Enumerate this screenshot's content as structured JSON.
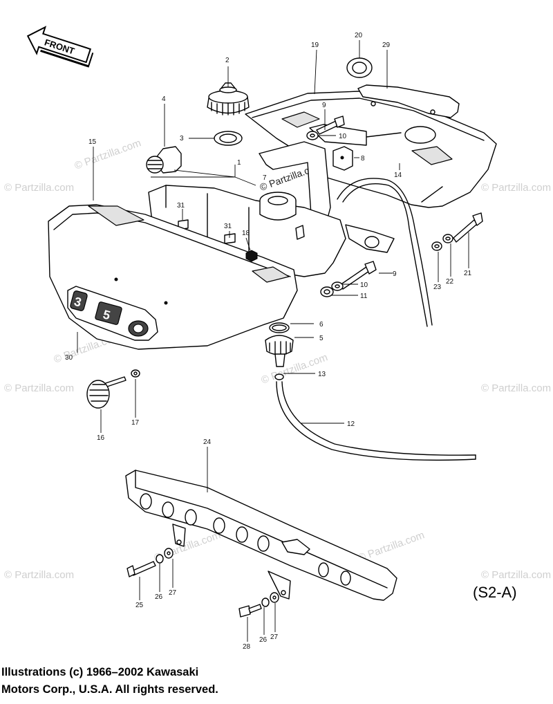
{
  "diagram": {
    "front_label": "FRONT",
    "diagram_code": "(S2-A)",
    "watermark": "© Partzilla.com",
    "watermark_center": "© Partzilla.com",
    "callouts": [
      {
        "id": "c1",
        "text": "1"
      },
      {
        "id": "c2",
        "text": "2"
      },
      {
        "id": "c3",
        "text": "3"
      },
      {
        "id": "c4",
        "text": "4"
      },
      {
        "id": "c5",
        "text": "5"
      },
      {
        "id": "c6",
        "text": "6"
      },
      {
        "id": "c7",
        "text": "7"
      },
      {
        "id": "c8",
        "text": "8"
      },
      {
        "id": "c9a",
        "text": "9"
      },
      {
        "id": "c9b",
        "text": "9"
      },
      {
        "id": "c10a",
        "text": "10"
      },
      {
        "id": "c10b",
        "text": "10"
      },
      {
        "id": "c11",
        "text": "11"
      },
      {
        "id": "c12",
        "text": "12"
      },
      {
        "id": "c13",
        "text": "13"
      },
      {
        "id": "c14",
        "text": "14"
      },
      {
        "id": "c15",
        "text": "15"
      },
      {
        "id": "c16",
        "text": "16"
      },
      {
        "id": "c17",
        "text": "17"
      },
      {
        "id": "c18",
        "text": "18"
      },
      {
        "id": "c19",
        "text": "19"
      },
      {
        "id": "c20",
        "text": "20"
      },
      {
        "id": "c21",
        "text": "21"
      },
      {
        "id": "c22",
        "text": "22"
      },
      {
        "id": "c23",
        "text": "23"
      },
      {
        "id": "c24",
        "text": "24"
      },
      {
        "id": "c25",
        "text": "25"
      },
      {
        "id": "c26a",
        "text": "26"
      },
      {
        "id": "c26b",
        "text": "26"
      },
      {
        "id": "c27a",
        "text": "27"
      },
      {
        "id": "c27b",
        "text": "27"
      },
      {
        "id": "c28",
        "text": "28"
      },
      {
        "id": "c29",
        "text": "29"
      },
      {
        "id": "c30",
        "text": "30"
      },
      {
        "id": "c31a",
        "text": "31"
      },
      {
        "id": "c31b",
        "text": "31"
      }
    ]
  },
  "copyright": {
    "line1": "Illustrations (c) 1966–2002 Kawasaki",
    "line2": "Motors Corp., U.S.A.  All rights reserved."
  }
}
